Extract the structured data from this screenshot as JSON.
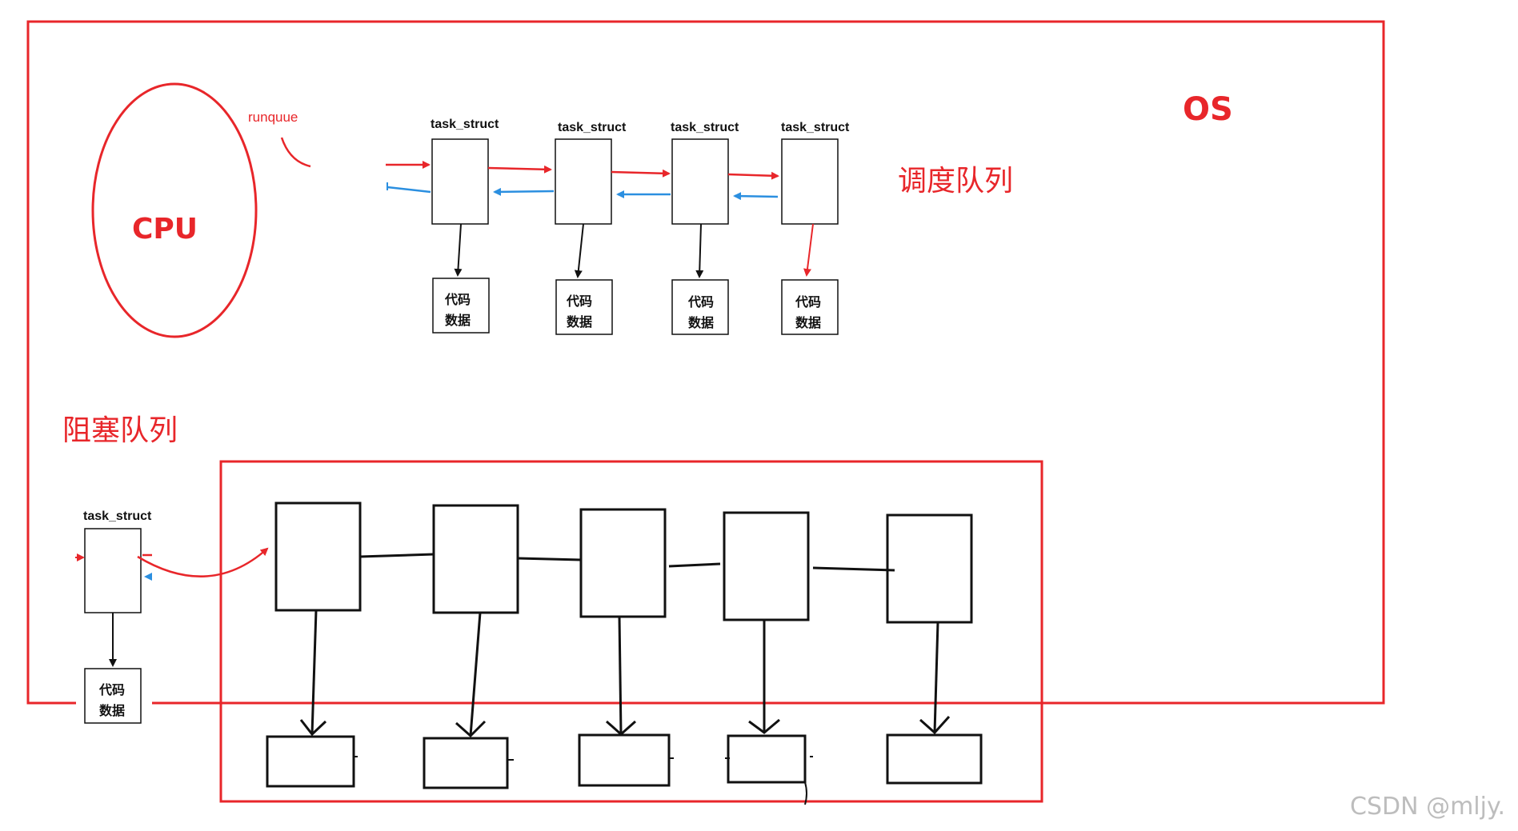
{
  "labels": {
    "os": "OS",
    "cpu": "CPU",
    "runqueue": "runquue",
    "run_queue_title": "调度队列",
    "wait_queue_title": "阻塞队列",
    "task_struct": "task_struct",
    "code_line1": "代码",
    "code_line2": "数据",
    "watermark": "CSDN @mljy."
  },
  "colors": {
    "red": "#e8262a",
    "blue": "#2b8fe0",
    "black": "#111111",
    "watermark": "#bdbdbd"
  }
}
